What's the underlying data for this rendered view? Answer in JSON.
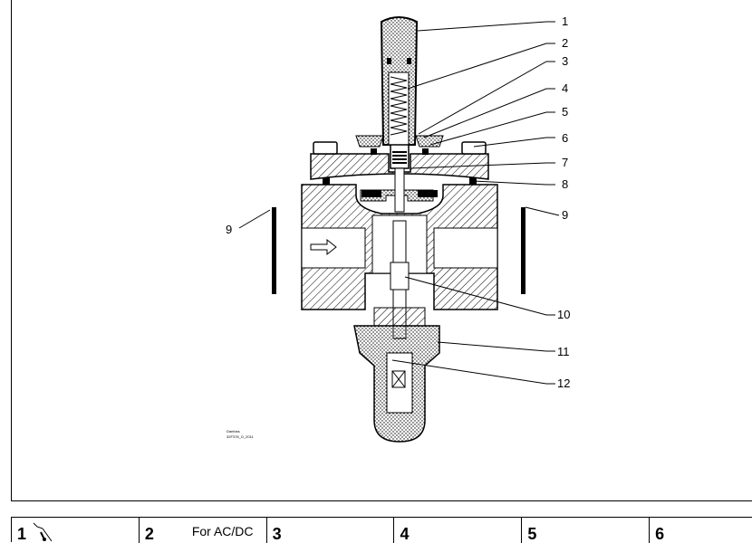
{
  "callouts": [
    {
      "id": "1",
      "label": "1"
    },
    {
      "id": "2",
      "label": "2"
    },
    {
      "id": "3",
      "label": "3"
    },
    {
      "id": "4",
      "label": "4"
    },
    {
      "id": "5",
      "label": "5"
    },
    {
      "id": "6",
      "label": "6"
    },
    {
      "id": "7",
      "label": "7"
    },
    {
      "id": "8",
      "label": "8"
    },
    {
      "id": "9-left",
      "label": "9"
    },
    {
      "id": "9-right",
      "label": "9"
    },
    {
      "id": "10",
      "label": "10"
    },
    {
      "id": "11",
      "label": "11"
    },
    {
      "id": "12",
      "label": "12"
    }
  ],
  "credit": {
    "line1": "Danfoss",
    "line2": "32F378_O_2011"
  },
  "table": {
    "cells": [
      {
        "number": "1",
        "text": "",
        "icon": "tool-icon"
      },
      {
        "number": "2",
        "text": "For AC/DC"
      },
      {
        "number": "3",
        "text": ""
      },
      {
        "number": "4",
        "text": ""
      },
      {
        "number": "5",
        "text": ""
      },
      {
        "number": "6",
        "text": ""
      }
    ]
  }
}
